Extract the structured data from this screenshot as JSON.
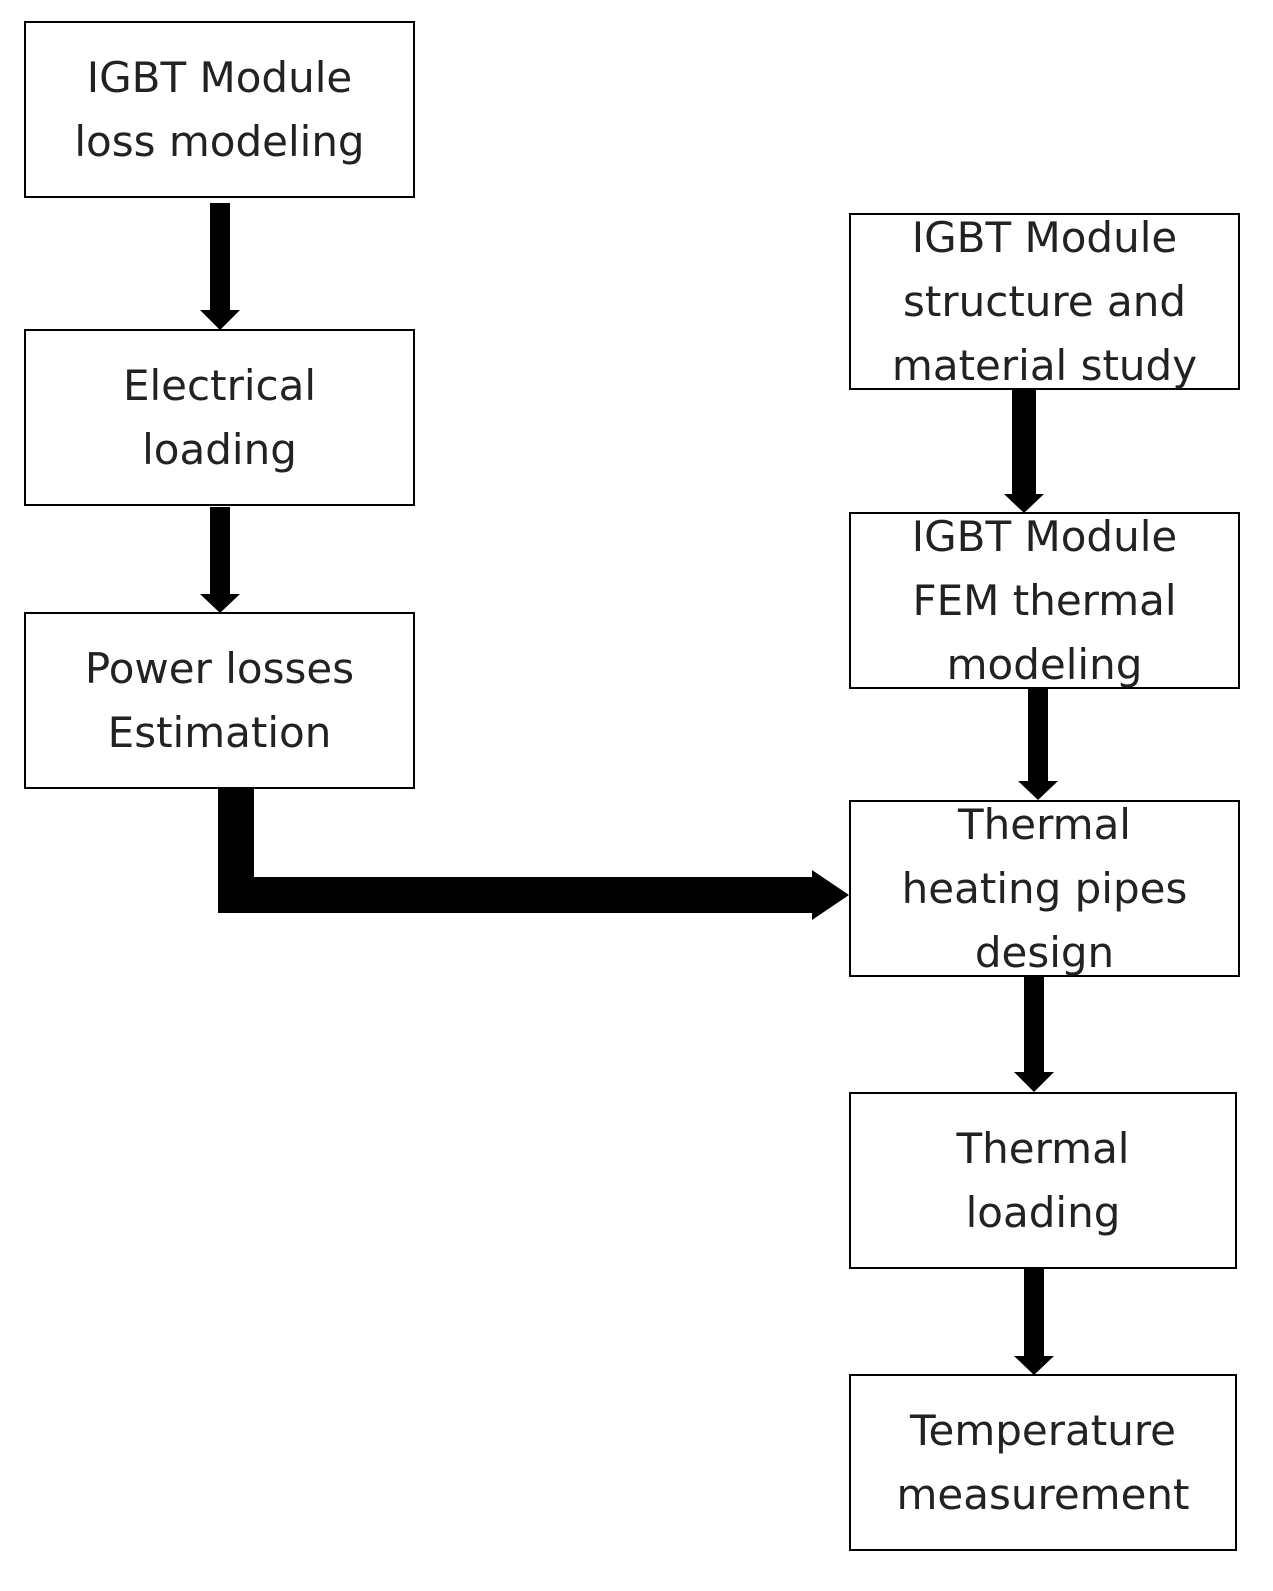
{
  "diagram": {
    "nodes": {
      "loss_modeling": {
        "line1": "IGBT Module",
        "line2": "loss modeling"
      },
      "electrical_loading": {
        "line1": "Electrical",
        "line2": "loading"
      },
      "power_losses": {
        "line1": "Power losses",
        "line2": "Estimation"
      },
      "structure_study": {
        "line1": "IGBT Module",
        "line2": "structure and",
        "line3": "material study"
      },
      "fem_modeling": {
        "line1": "IGBT Module",
        "line2": "FEM thermal",
        "line3": "modeling"
      },
      "heating_pipes": {
        "line1": "Thermal",
        "line2": "heating pipes",
        "line3": "design"
      },
      "thermal_loading": {
        "line1": "Thermal",
        "line2": "loading"
      },
      "temperature": {
        "line1": "Temperature",
        "line2": "measurement"
      }
    },
    "edges": [
      {
        "from": "loss_modeling",
        "to": "electrical_loading"
      },
      {
        "from": "electrical_loading",
        "to": "power_losses"
      },
      {
        "from": "power_losses",
        "to": "heating_pipes"
      },
      {
        "from": "structure_study",
        "to": "fem_modeling"
      },
      {
        "from": "fem_modeling",
        "to": "heating_pipes"
      },
      {
        "from": "heating_pipes",
        "to": "thermal_loading"
      },
      {
        "from": "thermal_loading",
        "to": "temperature"
      }
    ],
    "colors": {
      "border": "#000000",
      "arrow": "#000000",
      "text": "#222222",
      "background": "#ffffff"
    }
  }
}
